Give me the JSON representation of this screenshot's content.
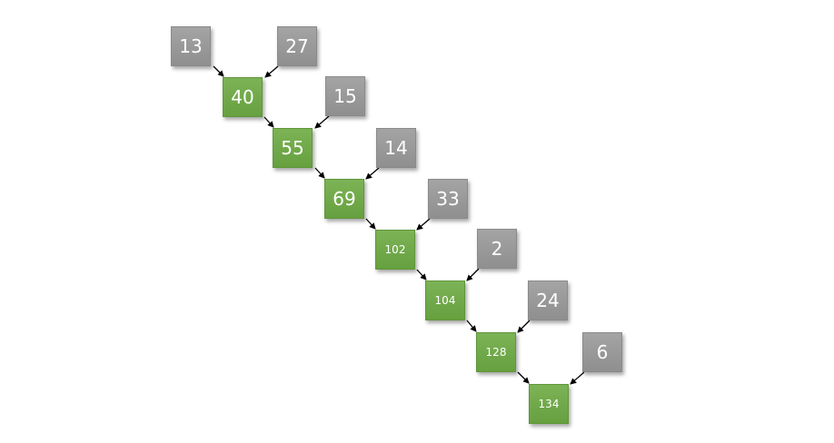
{
  "inputs": [
    "13",
    "27",
    "15",
    "14",
    "33",
    "2",
    "24",
    "6"
  ],
  "sums": [
    "40",
    "55",
    "69",
    "102",
    "104",
    "128",
    "134"
  ]
}
